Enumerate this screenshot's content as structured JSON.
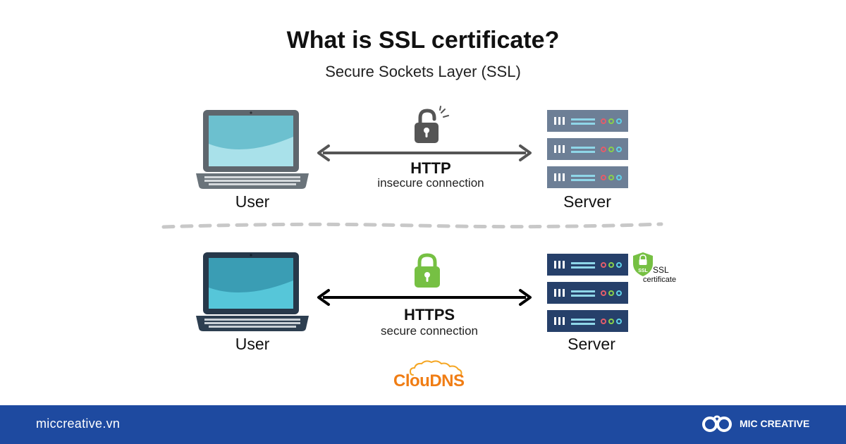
{
  "header": {
    "title": "What is SSL certificate?",
    "subtitle": "Secure Sockets Layer (SSL)"
  },
  "top_row": {
    "user_label": "User",
    "server_label": "Server",
    "protocol": "HTTP",
    "connection": "insecure connection",
    "lock_icon": "unlocked-padlock-icon",
    "lock_color": "#555555"
  },
  "bottom_row": {
    "user_label": "User",
    "server_label": "Server",
    "protocol": "HTTPS",
    "connection": "secure connection",
    "lock_icon": "locked-padlock-icon",
    "lock_color": "#76c043",
    "badge_text": "SSL",
    "certificate_line1": "SSL",
    "certificate_line2": "certificate"
  },
  "logo": {
    "text": "ClouDNS",
    "color": "#f07d14"
  },
  "footer": {
    "url": "miccreative.vn",
    "brand": "MIC CREATIVE",
    "color": "#1e4aa0"
  }
}
